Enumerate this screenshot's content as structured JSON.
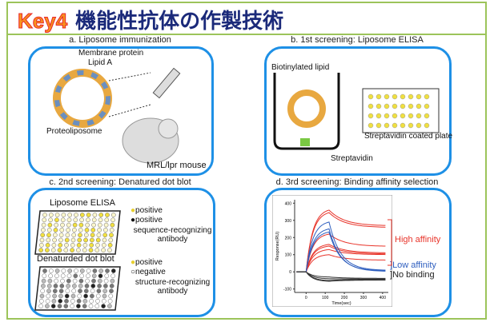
{
  "header": {
    "key": "Key4",
    "title": "機能性抗体の作製技術"
  },
  "panels": {
    "a": {
      "title": "a. Liposome immunization",
      "membrane_protein": "Membrane protein",
      "lipid_a": "Lipid A",
      "proteoliposome": "Proteoliposome",
      "mouse": "MRL/lpr mouse"
    },
    "b": {
      "title": "b. 1st screening: Liposome ELISA",
      "biotinylated": "Biotinylated lipid",
      "plate": "Streptavidin coated plate",
      "streptavidin": "Streptavidin"
    },
    "c": {
      "title": "c. 2nd screening: Denatured dot blot",
      "elisa": "Liposome ELISA",
      "pos1": "positive",
      "pos2": "positive",
      "seq1": "sequence-recognizing",
      "seq2": "antibody",
      "dot": "Denaturded dot blot",
      "pos3": "positive",
      "neg": "negative",
      "str1": "structure-recognizing",
      "str2": "antibody"
    },
    "d": {
      "title": "d. 3rd screening: Binding affinity selection",
      "high": "High affinity",
      "low": "Low affinity",
      "none": "No binding"
    }
  },
  "colors": {
    "high": "#e8342a",
    "low": "#2f5fbf",
    "none": "#333333",
    "panel": "#1e90e6",
    "frame": "#9cc45a"
  },
  "chart_data": {
    "type": "line",
    "xlabel": "Time(sec)",
    "ylabel": "Response(RU)",
    "xlim": [
      -60,
      430
    ],
    "ylim": [
      -120,
      420
    ],
    "xticks": [
      "0",
      "100",
      "200",
      "300",
      "400"
    ],
    "xtick_values": [
      0,
      100,
      200,
      300,
      400
    ],
    "yticks": [
      "-100",
      "0",
      "100",
      "200",
      "300",
      "400"
    ],
    "ytick_values": [
      -100,
      0,
      100,
      200,
      300,
      400
    ],
    "series": [
      {
        "group": "High affinity",
        "peak": 360,
        "end": 268
      },
      {
        "group": "High affinity",
        "peak": 345,
        "end": 258
      },
      {
        "group": "High affinity",
        "peak": 220,
        "end": 148
      },
      {
        "group": "High affinity",
        "peak": 160,
        "end": 110
      },
      {
        "group": "High affinity",
        "peak": 150,
        "end": 104
      },
      {
        "group": "High affinity",
        "peak": 130,
        "end": 100
      },
      {
        "group": "High affinity",
        "peak": 100,
        "end": 68
      },
      {
        "group": "Low affinity",
        "peak": 290,
        "end": 8
      },
      {
        "group": "Low affinity",
        "peak": 250,
        "end": 2
      },
      {
        "group": "Low affinity",
        "peak": 232,
        "end": 5
      },
      {
        "group": "No binding",
        "peak": -50,
        "end": -45
      },
      {
        "group": "No binding",
        "peak": -40,
        "end": -42
      },
      {
        "group": "No binding",
        "peak": -30,
        "end": -38
      },
      {
        "group": "No binding",
        "peak": -55,
        "end": -48
      }
    ]
  }
}
